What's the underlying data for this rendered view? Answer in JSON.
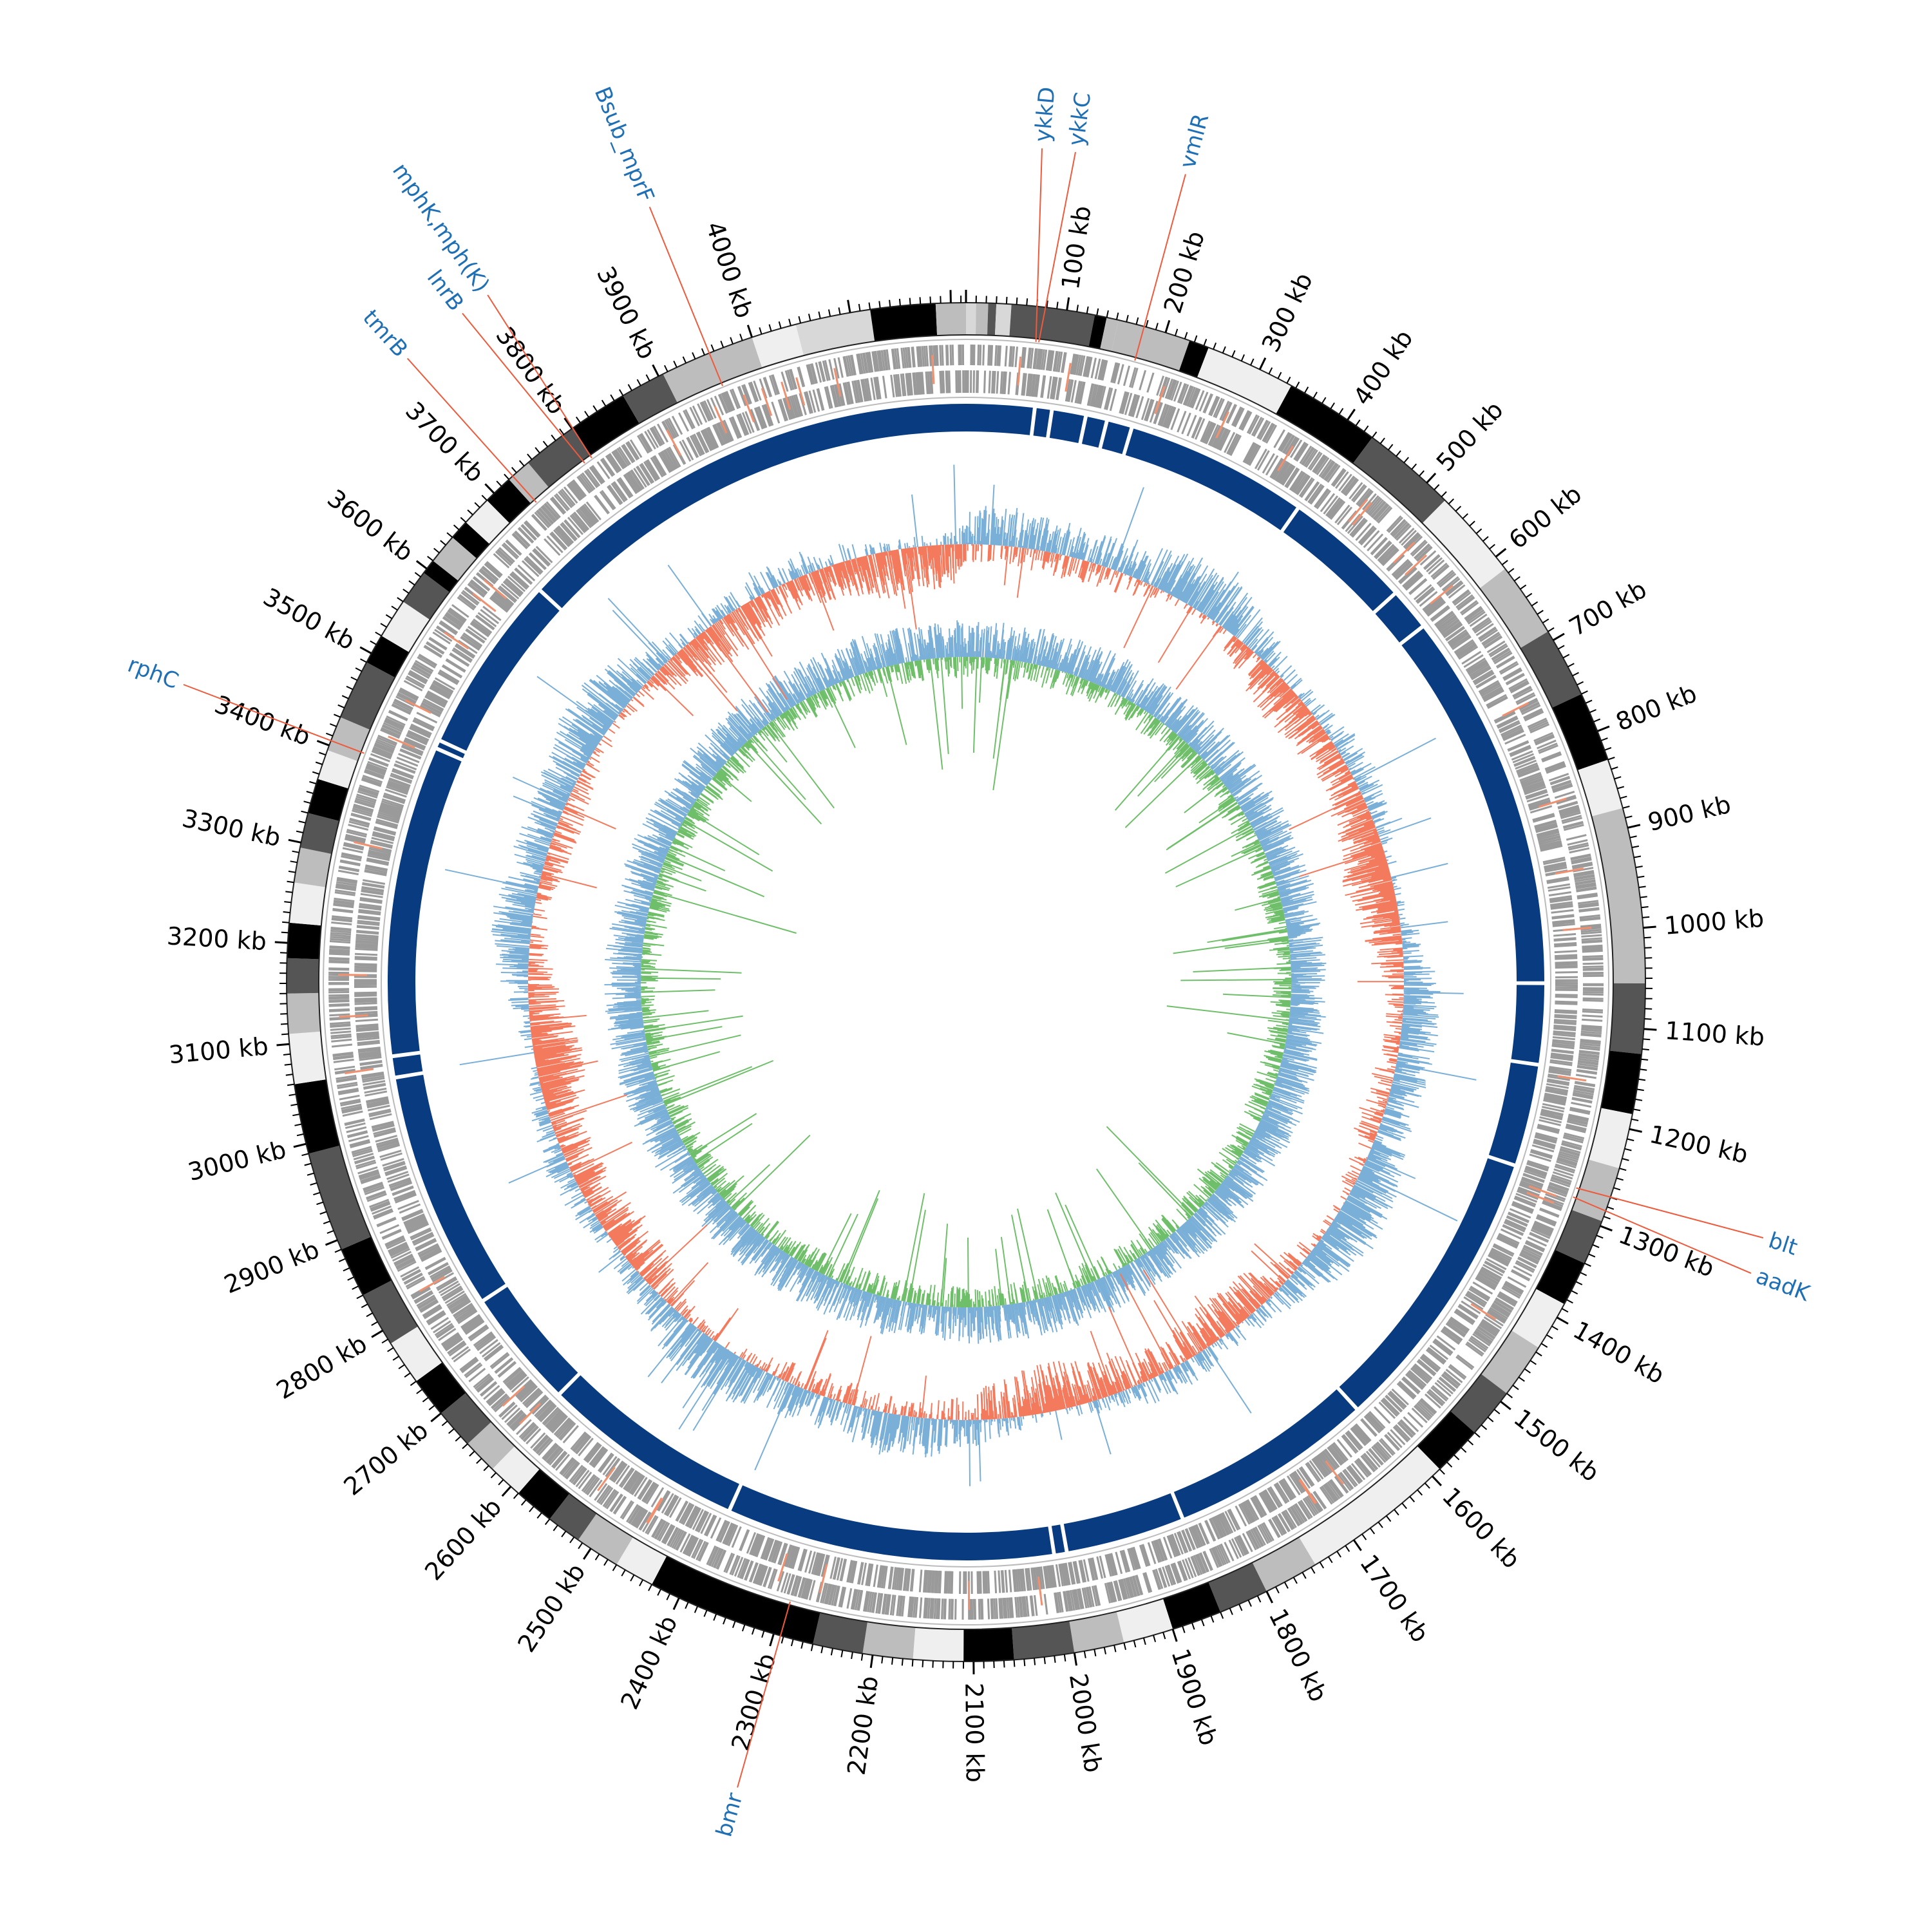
{
  "chart_data": {
    "type": "circular_genome_map",
    "genome_length_kb": 4215,
    "tick_labels": [
      {
        "kb": 100,
        "label": "100 kb"
      },
      {
        "kb": 200,
        "label": "200 kb"
      },
      {
        "kb": 300,
        "label": "300 kb"
      },
      {
        "kb": 400,
        "label": "400 kb"
      },
      {
        "kb": 500,
        "label": "500 kb"
      },
      {
        "kb": 600,
        "label": "600 kb"
      },
      {
        "kb": 700,
        "label": "700 kb"
      },
      {
        "kb": 800,
        "label": "800 kb"
      },
      {
        "kb": 900,
        "label": "900 kb"
      },
      {
        "kb": 1000,
        "label": "1000 kb"
      },
      {
        "kb": 1100,
        "label": "1100 kb"
      },
      {
        "kb": 1200,
        "label": "1200 kb"
      },
      {
        "kb": 1300,
        "label": "1300 kb"
      },
      {
        "kb": 1400,
        "label": "1400 kb"
      },
      {
        "kb": 1500,
        "label": "1500 kb"
      },
      {
        "kb": 1600,
        "label": "1600 kb"
      },
      {
        "kb": 1700,
        "label": "1700 kb"
      },
      {
        "kb": 1800,
        "label": "1800 kb"
      },
      {
        "kb": 1900,
        "label": "1900 kb"
      },
      {
        "kb": 2000,
        "label": "2000 kb"
      },
      {
        "kb": 2100,
        "label": "2100 kb"
      },
      {
        "kb": 2200,
        "label": "2200 kb"
      },
      {
        "kb": 2300,
        "label": "2300 kb"
      },
      {
        "kb": 2400,
        "label": "2400 kb"
      },
      {
        "kb": 2500,
        "label": "2500 kb"
      },
      {
        "kb": 2600,
        "label": "2600 kb"
      },
      {
        "kb": 2700,
        "label": "2700 kb"
      },
      {
        "kb": 2800,
        "label": "2800 kb"
      },
      {
        "kb": 2900,
        "label": "2900 kb"
      },
      {
        "kb": 3000,
        "label": "3000 kb"
      },
      {
        "kb": 3100,
        "label": "3100 kb"
      },
      {
        "kb": 3200,
        "label": "3200 kb"
      },
      {
        "kb": 3300,
        "label": "3300 kb"
      },
      {
        "kb": 3400,
        "label": "3400 kb"
      },
      {
        "kb": 3500,
        "label": "3500 kb"
      },
      {
        "kb": 3600,
        "label": "3600 kb"
      },
      {
        "kb": 3700,
        "label": "3700 kb"
      },
      {
        "kb": 3800,
        "label": "3800 kb"
      },
      {
        "kb": 3900,
        "label": "3900 kb"
      },
      {
        "kb": 4000,
        "label": "4000 kb"
      }
    ],
    "gene_annotations": [
      {
        "name": "ykkD",
        "kb": 73
      },
      {
        "name": "ykkC",
        "kb": 76
      },
      {
        "name": "vmlR",
        "kb": 178
      },
      {
        "name": "blt",
        "kb": 1272
      },
      {
        "name": "aadK",
        "kb": 1282
      },
      {
        "name": "bmr",
        "kb": 2293
      },
      {
        "name": "rphC",
        "kb": 3405
      },
      {
        "name": "tmrB",
        "kb": 3725
      },
      {
        "name": "lnrB",
        "kb": 3790
      },
      {
        "name": "mphK,mph(K)",
        "kb": 3799
      },
      {
        "name": "Bsub_mprF",
        "kb": 3955
      }
    ],
    "outer_band_segments": [
      {
        "start": 0,
        "end": 10,
        "shade": "light"
      },
      {
        "start": 10,
        "end": 22,
        "shade": "mid"
      },
      {
        "start": 22,
        "end": 30,
        "shade": "dark"
      },
      {
        "start": 30,
        "end": 45,
        "shade": "light"
      },
      {
        "start": 45,
        "end": 128,
        "shade": "dark"
      },
      {
        "start": 128,
        "end": 140,
        "shade": "black"
      },
      {
        "start": 140,
        "end": 152,
        "shade": "mid"
      },
      {
        "start": 152,
        "end": 225,
        "shade": "mid"
      },
      {
        "start": 225,
        "end": 245,
        "shade": "black"
      },
      {
        "start": 245,
        "end": 335,
        "shade": "white"
      },
      {
        "start": 335,
        "end": 430,
        "shade": "black"
      },
      {
        "start": 430,
        "end": 525,
        "shade": "dark"
      },
      {
        "start": 525,
        "end": 615,
        "shade": "white"
      },
      {
        "start": 615,
        "end": 690,
        "shade": "mid"
      },
      {
        "start": 690,
        "end": 760,
        "shade": "dark"
      },
      {
        "start": 760,
        "end": 830,
        "shade": "black"
      },
      {
        "start": 830,
        "end": 880,
        "shade": "white"
      },
      {
        "start": 880,
        "end": 1055,
        "shade": "mid"
      },
      {
        "start": 1055,
        "end": 1125,
        "shade": "dark"
      },
      {
        "start": 1125,
        "end": 1185,
        "shade": "black"
      },
      {
        "start": 1185,
        "end": 1240,
        "shade": "white"
      },
      {
        "start": 1240,
        "end": 1295,
        "shade": "mid"
      },
      {
        "start": 1295,
        "end": 1340,
        "shade": "dark"
      },
      {
        "start": 1340,
        "end": 1385,
        "shade": "black"
      },
      {
        "start": 1385,
        "end": 1435,
        "shade": "white"
      },
      {
        "start": 1435,
        "end": 1490,
        "shade": "mid"
      },
      {
        "start": 1490,
        "end": 1540,
        "shade": "dark"
      },
      {
        "start": 1540,
        "end": 1590,
        "shade": "black"
      },
      {
        "start": 1590,
        "end": 1745,
        "shade": "white"
      },
      {
        "start": 1745,
        "end": 1800,
        "shade": "mid"
      },
      {
        "start": 1800,
        "end": 1850,
        "shade": "dark"
      },
      {
        "start": 1850,
        "end": 1900,
        "shade": "black"
      },
      {
        "start": 1900,
        "end": 1950,
        "shade": "white"
      },
      {
        "start": 1950,
        "end": 2000,
        "shade": "mid"
      },
      {
        "start": 2000,
        "end": 2060,
        "shade": "dark"
      },
      {
        "start": 2060,
        "end": 2110,
        "shade": "black"
      },
      {
        "start": 2110,
        "end": 2160,
        "shade": "white"
      },
      {
        "start": 2160,
        "end": 2210,
        "shade": "mid"
      },
      {
        "start": 2210,
        "end": 2260,
        "shade": "dark"
      },
      {
        "start": 2260,
        "end": 2430,
        "shade": "black"
      },
      {
        "start": 2430,
        "end": 2470,
        "shade": "white"
      },
      {
        "start": 2470,
        "end": 2515,
        "shade": "mid"
      },
      {
        "start": 2515,
        "end": 2550,
        "shade": "dark"
      },
      {
        "start": 2550,
        "end": 2590,
        "shade": "black"
      },
      {
        "start": 2590,
        "end": 2625,
        "shade": "white"
      },
      {
        "start": 2625,
        "end": 2660,
        "shade": "mid"
      },
      {
        "start": 2660,
        "end": 2700,
        "shade": "dark"
      },
      {
        "start": 2700,
        "end": 2740,
        "shade": "black"
      },
      {
        "start": 2740,
        "end": 2785,
        "shade": "white"
      },
      {
        "start": 2785,
        "end": 2840,
        "shade": "dark"
      },
      {
        "start": 2840,
        "end": 2890,
        "shade": "black"
      },
      {
        "start": 2890,
        "end": 2990,
        "shade": "dark"
      },
      {
        "start": 2990,
        "end": 3060,
        "shade": "black"
      },
      {
        "start": 3060,
        "end": 3110,
        "shade": "white"
      },
      {
        "start": 3110,
        "end": 3150,
        "shade": "mid"
      },
      {
        "start": 3150,
        "end": 3185,
        "shade": "dark"
      },
      {
        "start": 3185,
        "end": 3220,
        "shade": "black"
      },
      {
        "start": 3220,
        "end": 3260,
        "shade": "white"
      },
      {
        "start": 3260,
        "end": 3295,
        "shade": "mid"
      },
      {
        "start": 3295,
        "end": 3330,
        "shade": "dark"
      },
      {
        "start": 3330,
        "end": 3365,
        "shade": "black"
      },
      {
        "start": 3365,
        "end": 3395,
        "shade": "white"
      },
      {
        "start": 3395,
        "end": 3430,
        "shade": "mid"
      },
      {
        "start": 3430,
        "end": 3490,
        "shade": "dark"
      },
      {
        "start": 3490,
        "end": 3520,
        "shade": "black"
      },
      {
        "start": 3520,
        "end": 3560,
        "shade": "white"
      },
      {
        "start": 3560,
        "end": 3595,
        "shade": "dark"
      },
      {
        "start": 3595,
        "end": 3610,
        "shade": "black"
      },
      {
        "start": 3610,
        "end": 3640,
        "shade": "mid"
      },
      {
        "start": 3640,
        "end": 3660,
        "shade": "black"
      },
      {
        "start": 3660,
        "end": 3690,
        "shade": "white"
      },
      {
        "start": 3690,
        "end": 3720,
        "shade": "black"
      },
      {
        "start": 3720,
        "end": 3745,
        "shade": "mid"
      },
      {
        "start": 3745,
        "end": 3800,
        "shade": "dark"
      },
      {
        "start": 3800,
        "end": 3860,
        "shade": "black"
      },
      {
        "start": 3860,
        "end": 3905,
        "shade": "dark"
      },
      {
        "start": 3905,
        "end": 4000,
        "shade": "mid"
      },
      {
        "start": 4000,
        "end": 4045,
        "shade": "white"
      },
      {
        "start": 4045,
        "end": 4120,
        "shade": "light"
      },
      {
        "start": 4120,
        "end": 4185,
        "shade": "black"
      },
      {
        "start": 4185,
        "end": 4215,
        "shade": "mid"
      }
    ],
    "contig_gaps_kb": [
      80,
      100,
      140,
      165,
      195,
      410,
      560,
      610,
      1055,
      1150,
      1270,
      1610,
      1850,
      1990,
      2005,
      2390,
      2630,
      2770,
      3050,
      3075,
      3440,
      3450,
      3660
    ],
    "colors": {
      "contig_track": "#083b7f",
      "gc_content_above": "#7aafd8",
      "gc_content_below": "#f47a5e",
      "gc_skew_positive": "#7aafd8",
      "gc_skew_negative": "#6fbf6a",
      "gene_track": "#9a9a9a",
      "annotation_line": "#ee5a3c",
      "annotation_text": "#1f6fb5",
      "band_black": "#000000",
      "band_dark": "#555555",
      "band_mid": "#bdbdbd",
      "band_light": "#d8d8d8",
      "band_white": "#efefef"
    }
  }
}
